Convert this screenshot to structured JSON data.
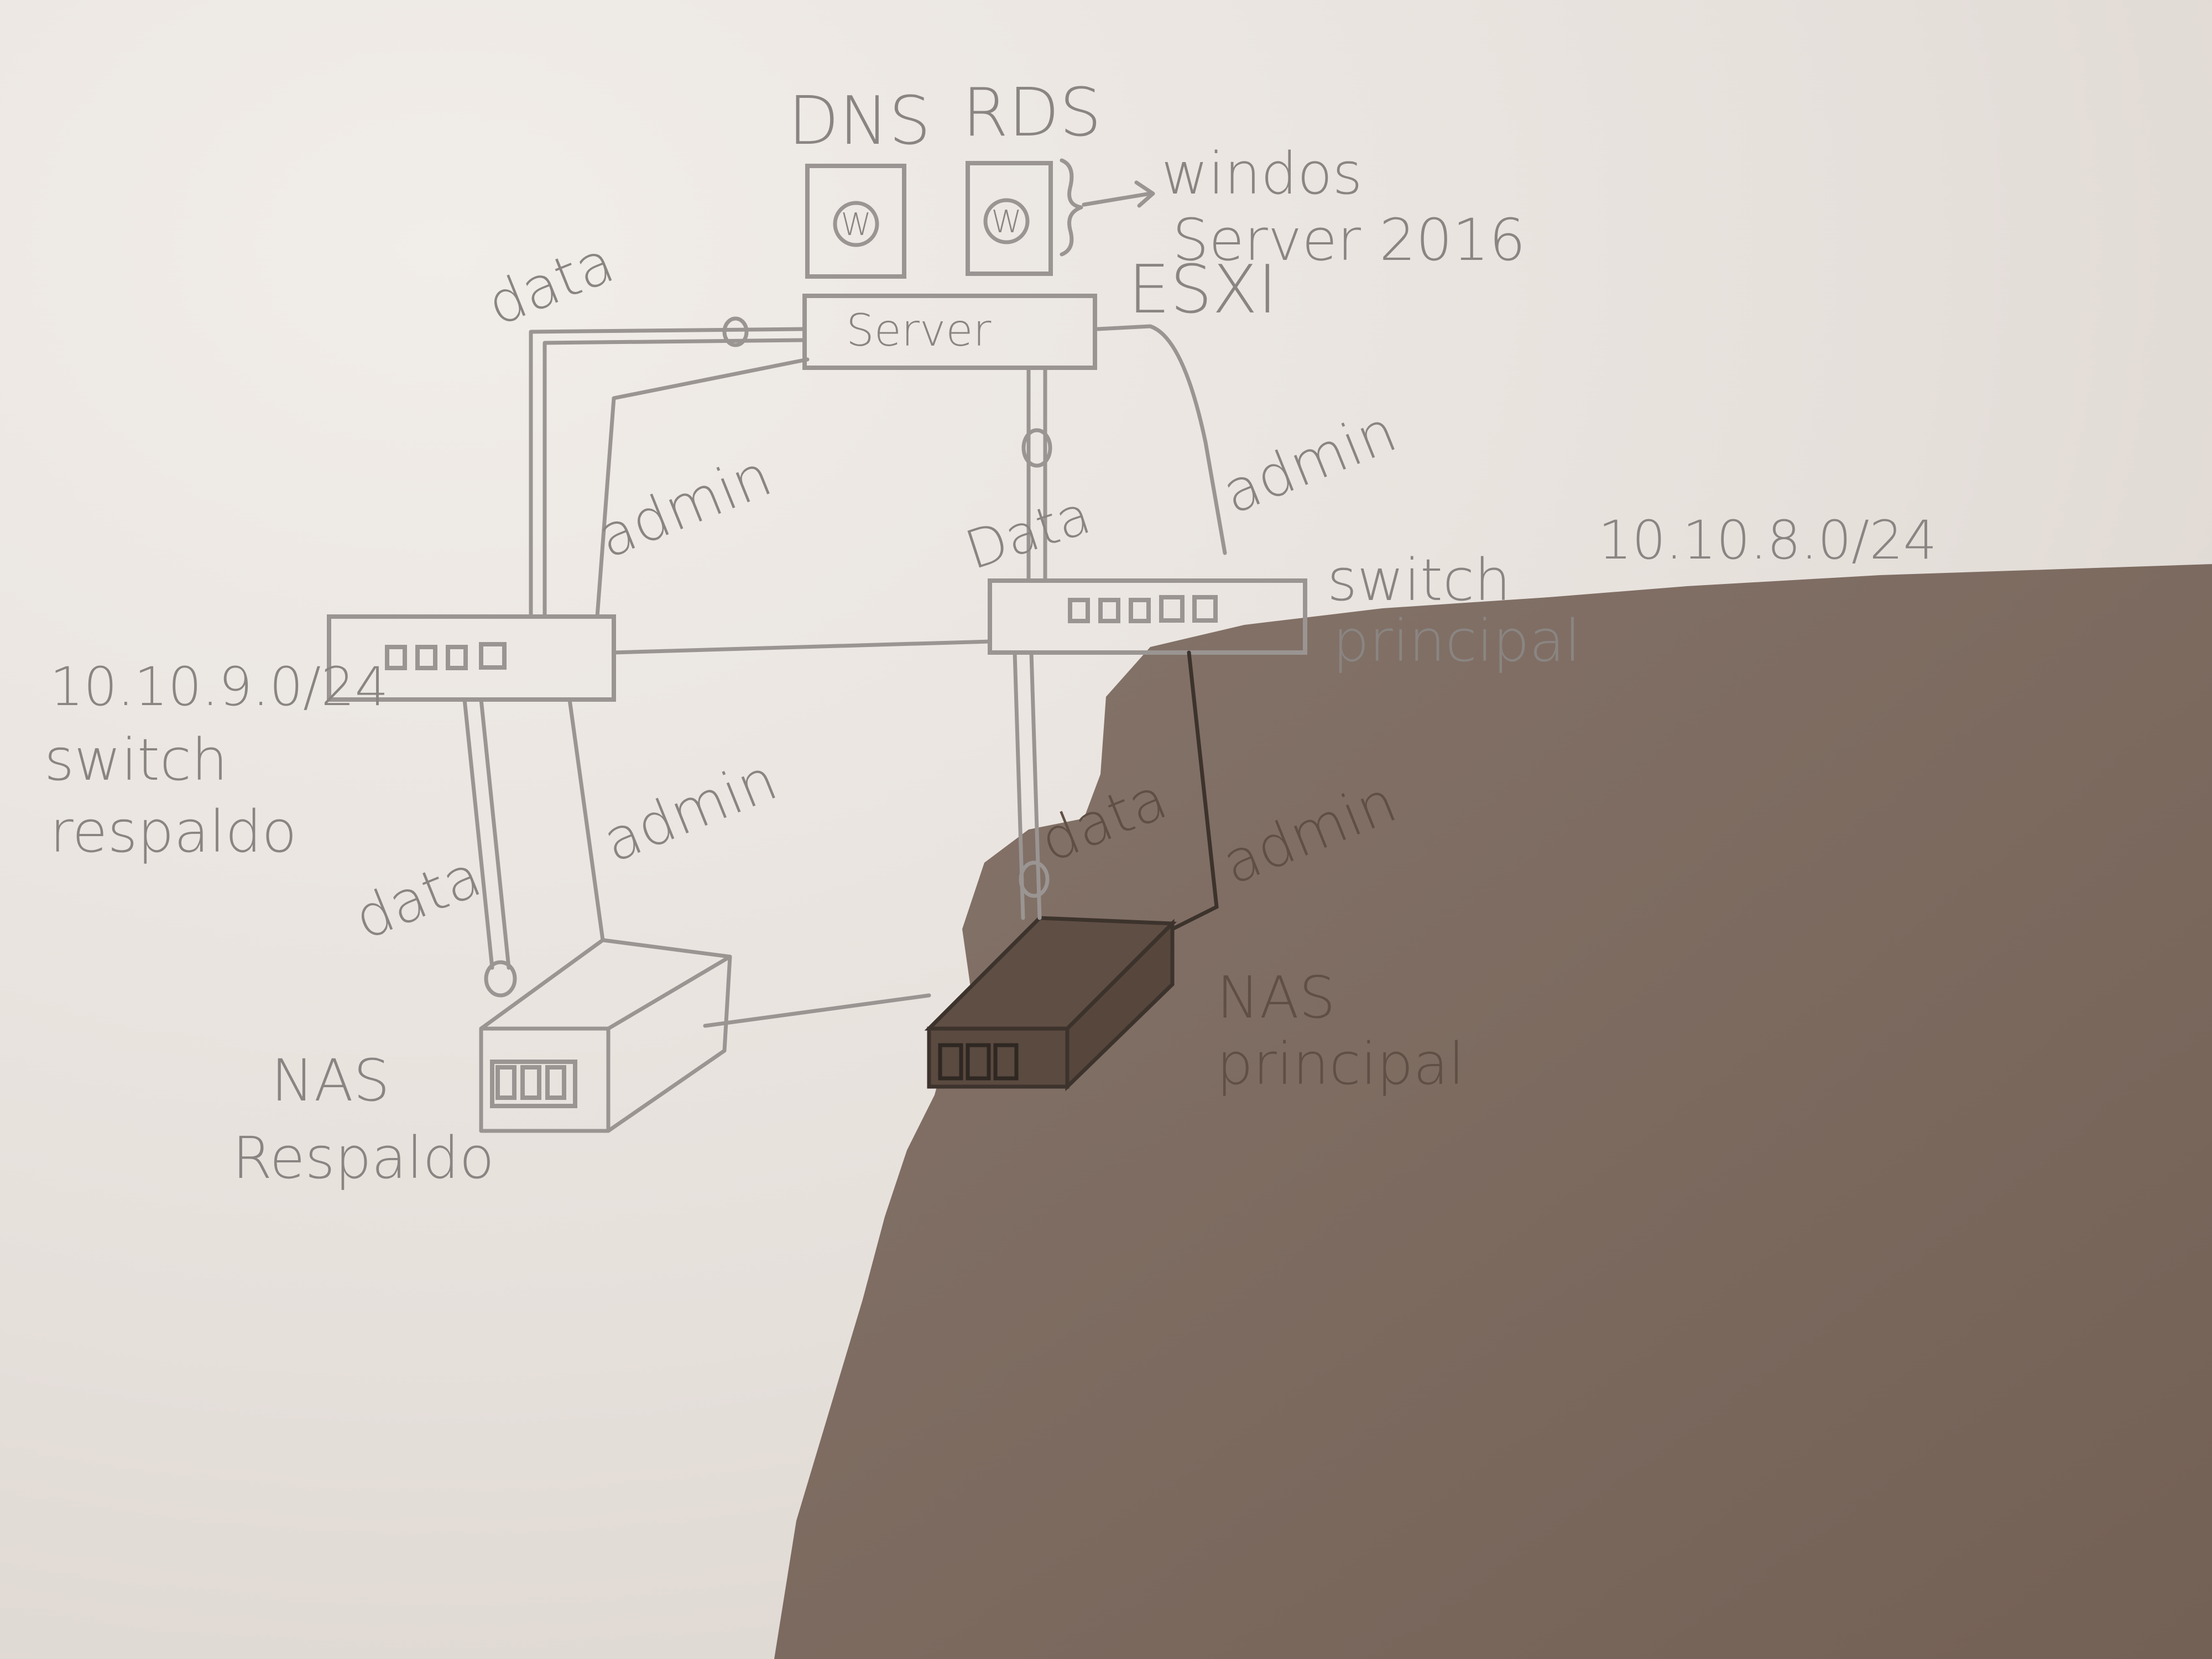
{
  "servers": {
    "dns": "DNS",
    "rds": "RDS",
    "vm_os": "windos\nServer 2016",
    "vm_icon": "W"
  },
  "hypervisor": {
    "box_label": "Server",
    "platform": "ESXI"
  },
  "links": {
    "data": "data",
    "admin": "admin",
    "data_alt": "Data"
  },
  "switch_backup": {
    "label": "switch\nrespaldo",
    "subnet": "10.10.9.0/24"
  },
  "switch_main": {
    "label": "switch\nprincipal",
    "subnet": "10.10.8.0/24"
  },
  "nas_backup": {
    "label": "NAS\nRespaldo"
  },
  "nas_main": {
    "label": "NAS\nprincipal"
  }
}
